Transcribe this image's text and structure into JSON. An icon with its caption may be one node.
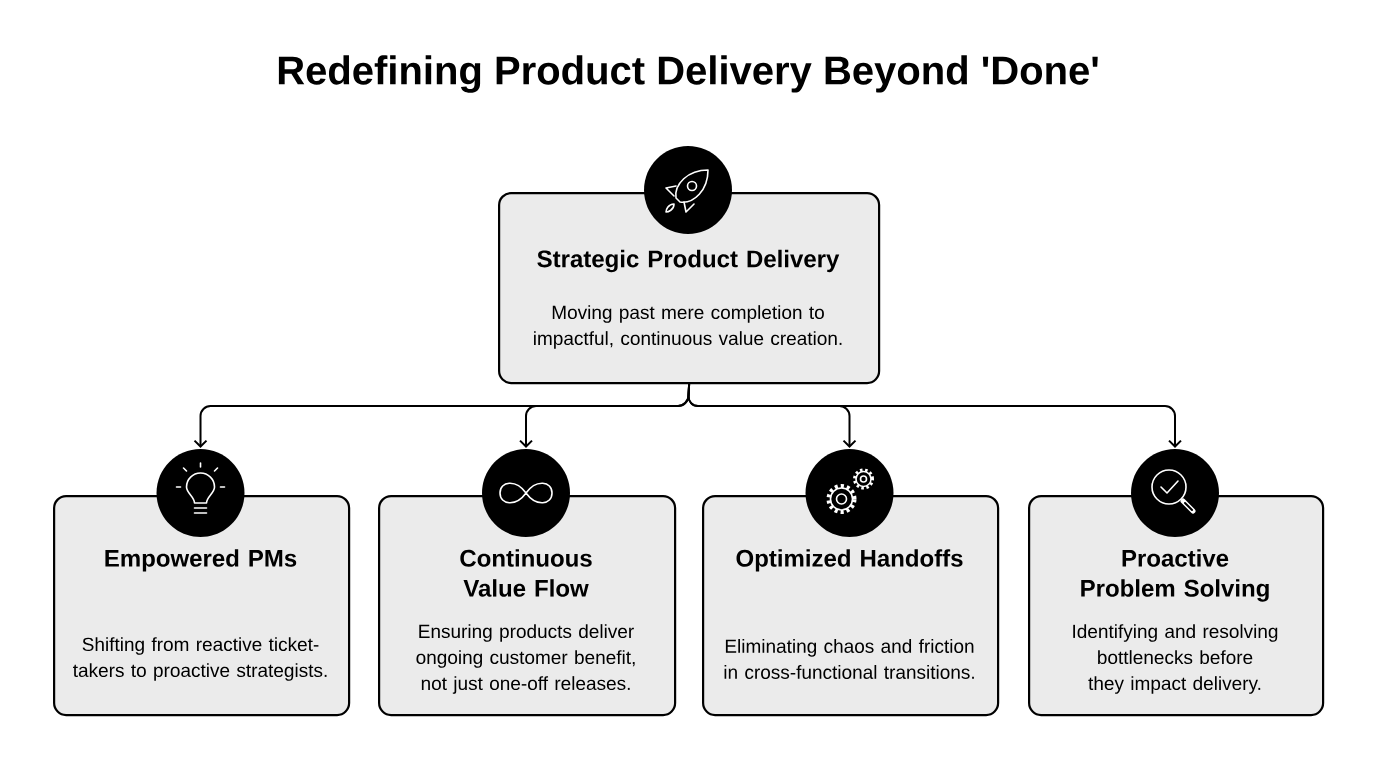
{
  "diagram": {
    "title": "Redefining Product Delivery Beyond 'Done'",
    "nodes": [
      {
        "text": [
          "Strategic Product Delivery",
          "Moving past mere completion to impactful, continuous value creation."
        ]
      },
      {
        "text": [
          "Empowered PMs",
          "Shifting from reactive ticket-takers to proactive strategists."
        ]
      },
      {
        "text": [
          "Continuous Value Flow",
          "Ensuring products deliver ongoing customer benefit, not just one-off releases."
        ]
      },
      {
        "text": [
          "Optimized Handoffs",
          "Eliminating chaos and friction in cross-functional transitions."
        ]
      },
      {
        "text": [
          "Proactive Problem Solving",
          "Identifying and resolving bottlenecks before they impact delivery."
        ]
      }
    ],
    "edges": [
      {
        "from": 0,
        "to": 1,
        "arrow": "to"
      },
      {
        "from": 0,
        "to": 2,
        "arrow": "to"
      },
      {
        "from": 0,
        "to": 3,
        "arrow": "to"
      },
      {
        "from": 0,
        "to": 4,
        "arrow": "to"
      }
    ]
  }
}
